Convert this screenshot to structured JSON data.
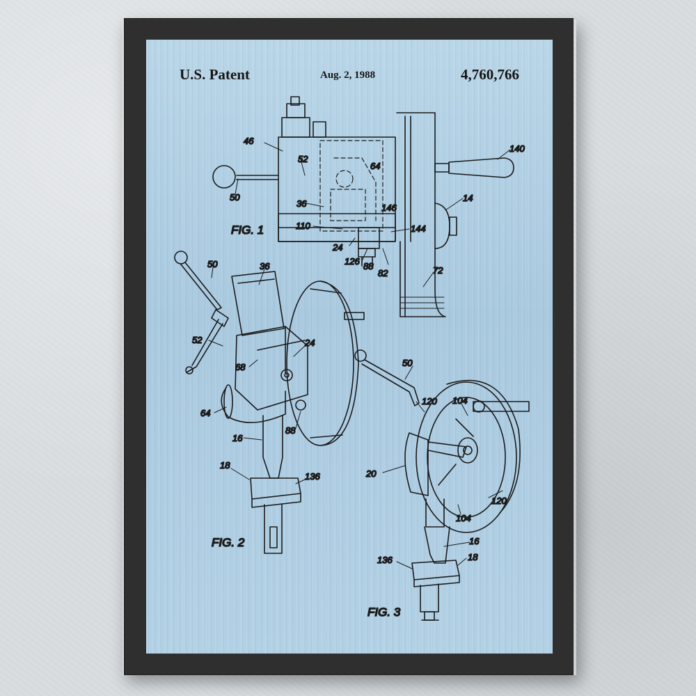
{
  "header": {
    "left": "U.S. Patent",
    "date": "Aug. 2, 1988",
    "number": "4,760,766"
  },
  "figures": {
    "fig1": "FIG. 1",
    "fig2": "FIG. 2",
    "fig3": "FIG. 3"
  },
  "callouts": {
    "fig1": [
      "46",
      "52",
      "64",
      "140",
      "50",
      "36",
      "146",
      "14",
      "110",
      "144",
      "24",
      "126",
      "88",
      "82",
      "72"
    ],
    "fig2": [
      "50",
      "36",
      "52",
      "24",
      "68",
      "64",
      "88",
      "16",
      "18",
      "136"
    ],
    "fig3": [
      "50",
      "120",
      "104",
      "20",
      "120",
      "104",
      "16",
      "136",
      "18"
    ]
  },
  "colors": {
    "frame": "#2e2f2e",
    "mat": "#b3d1e5",
    "wall": "#d9dde0",
    "ink": "#1b1b1b"
  }
}
